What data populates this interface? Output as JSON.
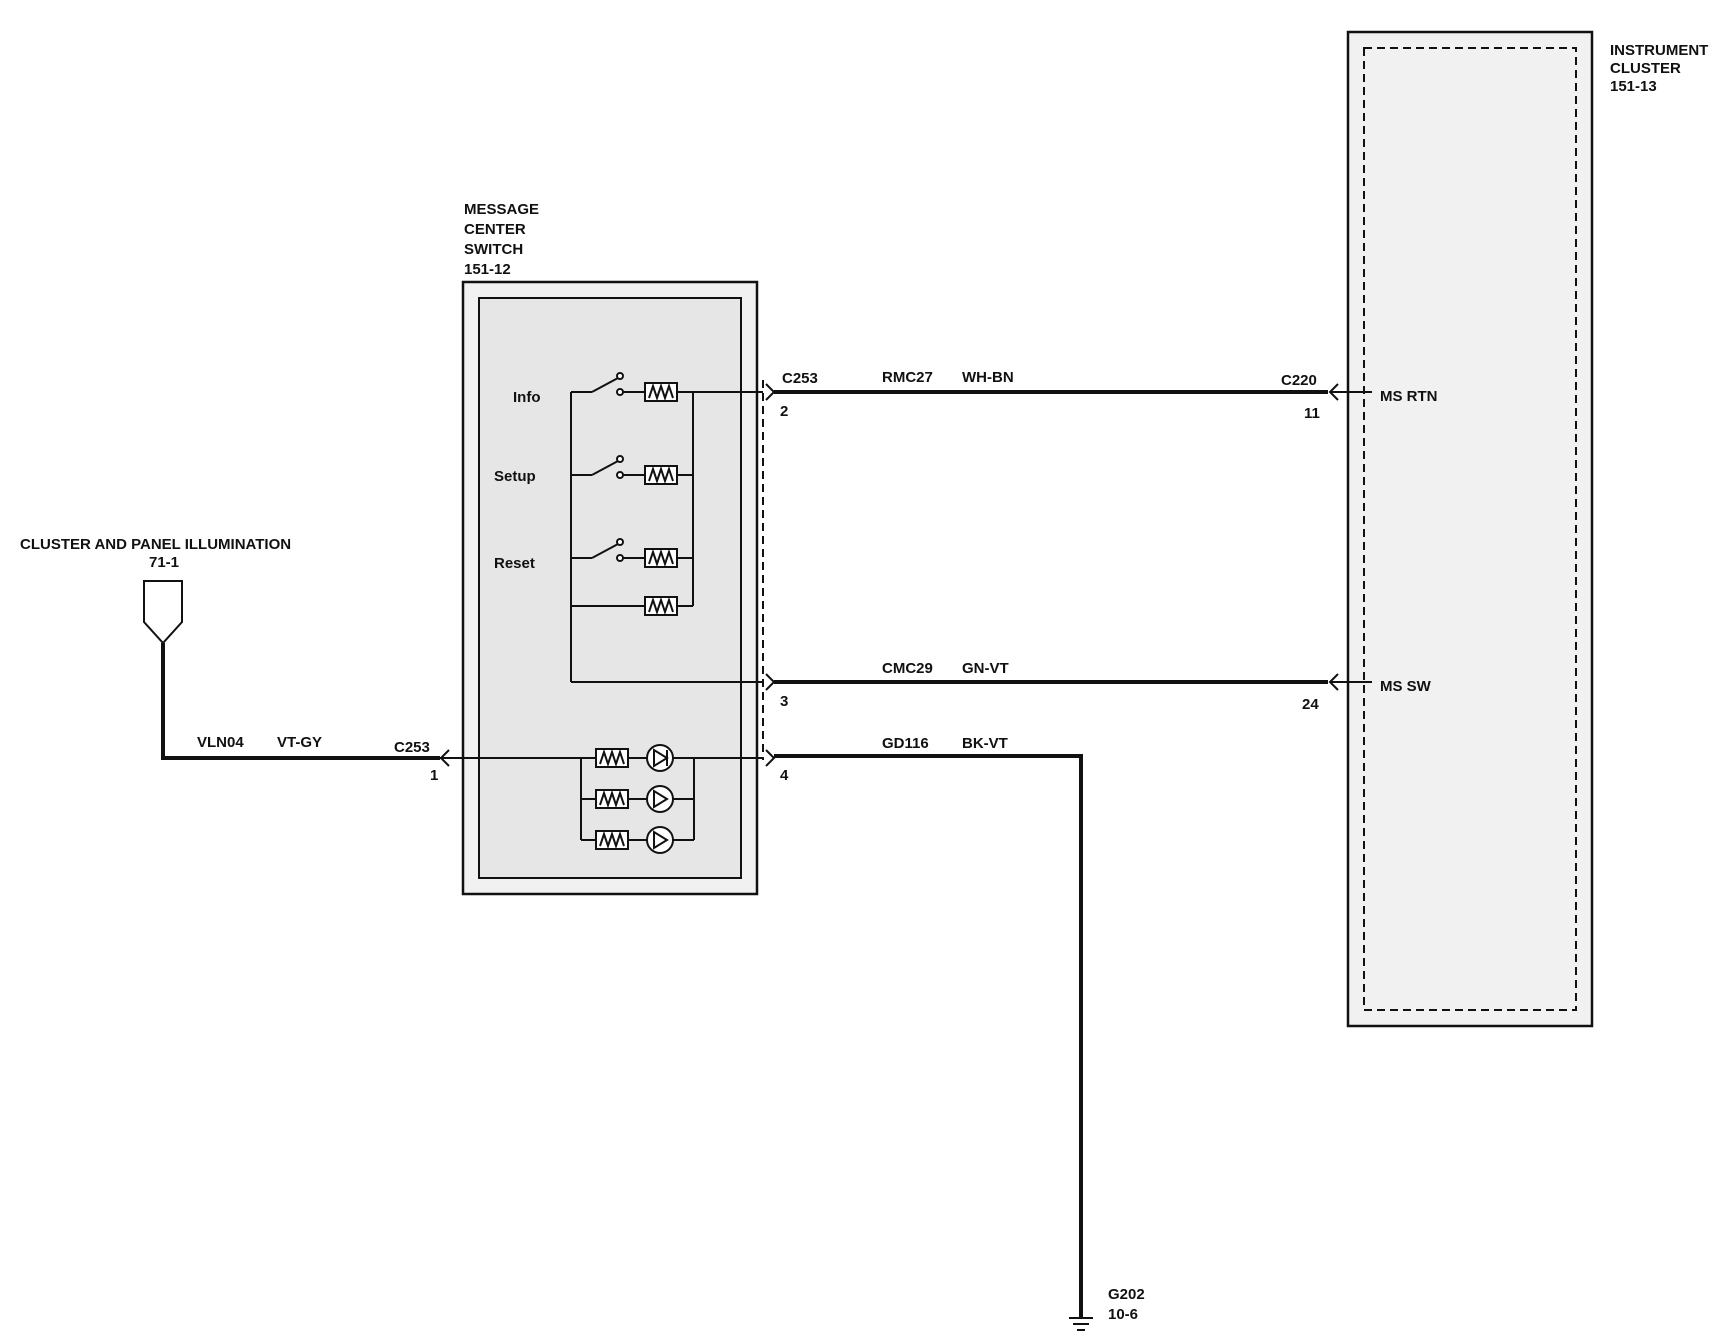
{
  "components": {
    "message_center_switch": {
      "line1": "MESSAGE",
      "line2": "CENTER",
      "line3": "SWITCH",
      "ref": "151-12"
    },
    "instrument_cluster": {
      "line1": "INSTRUMENT",
      "line2": "CLUSTER",
      "ref": "151-13"
    },
    "illumination_source": {
      "name": "CLUSTER AND PANEL ILLUMINATION",
      "ref": "71-1"
    },
    "ground": {
      "name": "G202",
      "ref": "10-6"
    }
  },
  "switch_labels": {
    "info": "Info",
    "setup": "Setup",
    "reset": "Reset"
  },
  "connectors": {
    "c253_right_top": "C253",
    "c253_left": "C253",
    "c220": "C220"
  },
  "pins": {
    "c253_pin2": "2",
    "c253_pin3": "3",
    "c253_pin4": "4",
    "c253_pin1": "1",
    "c220_pin11": "11",
    "c220_pin24": "24"
  },
  "wires": [
    {
      "circuit": "RMC27",
      "color": "WH-BN"
    },
    {
      "circuit": "CMC29",
      "color": "GN-VT"
    },
    {
      "circuit": "GD116",
      "color": "BK-VT"
    },
    {
      "circuit": "VLN04",
      "color": "VT-GY"
    }
  ],
  "signals": {
    "ms_rtn": "MS RTN",
    "ms_sw": "MS SW"
  }
}
